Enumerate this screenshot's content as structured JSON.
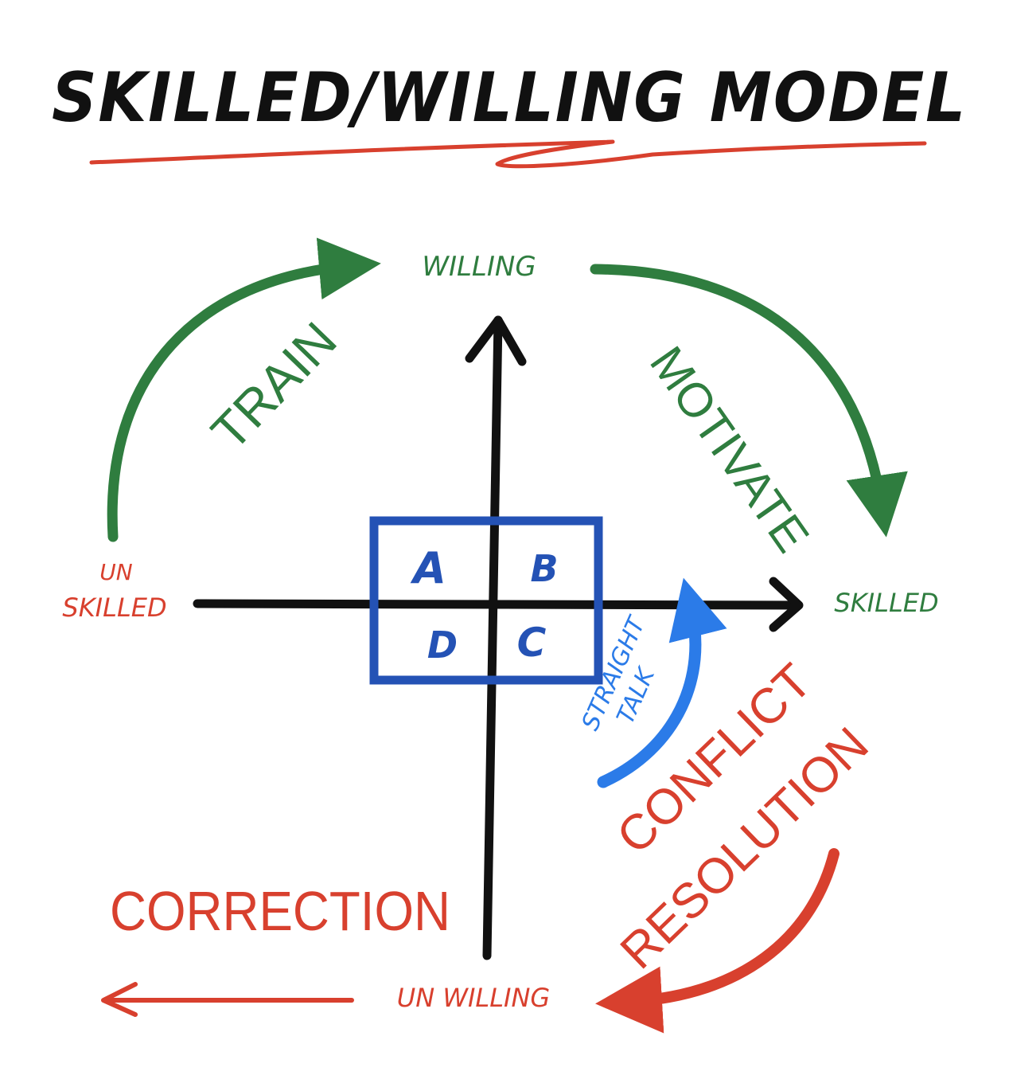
{
  "title": "SKILLED/WILLING MODEL",
  "axes": {
    "top": "WILLING",
    "bottom": "UN WILLING",
    "left_line1": "UN",
    "left_line2": "SKILLED",
    "right": "SKILLED"
  },
  "quadrants": {
    "top_left": "A",
    "top_right": "B",
    "bottom_right": "C",
    "bottom_left": "D"
  },
  "actions": {
    "train": "TRAIN",
    "motivate": "MOTIVATE",
    "straight_talk_line1": "STRAIGHT",
    "straight_talk_line2": "TALK",
    "conflict_line1": "CONFLICT",
    "conflict_line2": "RESOLUTION",
    "correction": "CORRECTION"
  },
  "colors": {
    "ink": "#111111",
    "green": "#2f7d3f",
    "red": "#d8402e",
    "blue": "#2452b5",
    "light_blue": "#2b7be8"
  }
}
